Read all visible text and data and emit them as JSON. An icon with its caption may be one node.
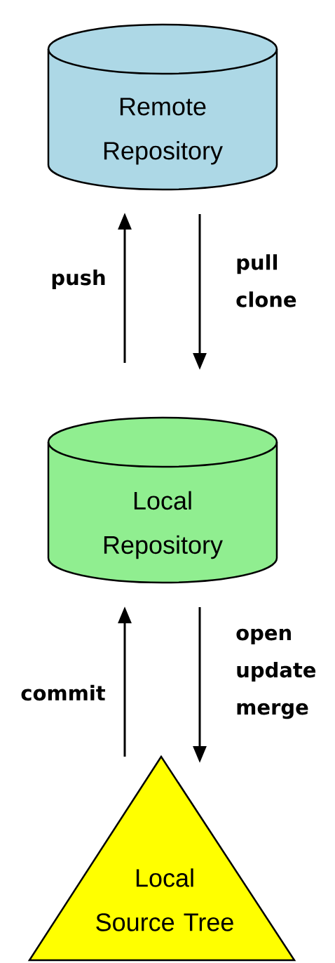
{
  "diagram": {
    "nodes": [
      {
        "text": [
          "Remote Repository"
        ]
      },
      {
        "text": [
          "Local Repository"
        ]
      },
      {
        "text": [
          "Local Source Tree"
        ]
      }
    ],
    "edges": [
      {
        "from": 1,
        "to": 0,
        "arrow": "to",
        "label": "push"
      },
      {
        "from": 0,
        "to": 1,
        "arrow": "to",
        "label": "pull clone"
      },
      {
        "from": 2,
        "to": 1,
        "arrow": "to",
        "label": "commit"
      },
      {
        "from": 1,
        "to": 2,
        "arrow": "to",
        "label": "open update merge"
      }
    ]
  }
}
